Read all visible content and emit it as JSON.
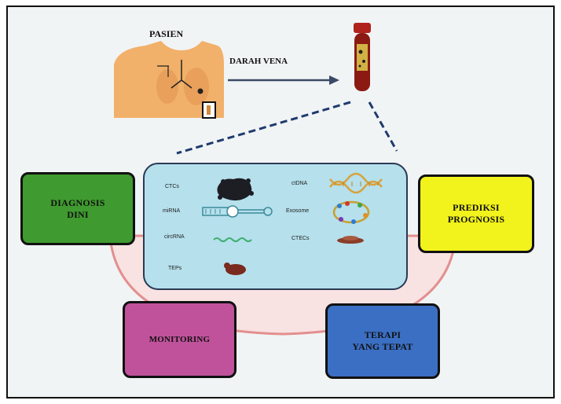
{
  "header": {
    "patient_label": "PASIEN",
    "arrow_label": "DARAH VENA"
  },
  "biomarkers": [
    {
      "label": "CTCs",
      "icon": "ctc-cell-icon"
    },
    {
      "label": "miRNA",
      "icon": "mirna-hairpin-icon"
    },
    {
      "label": "circRNA",
      "icon": "circrna-wave-icon"
    },
    {
      "label": "TEPs",
      "icon": "platelet-icon"
    },
    {
      "label": "ctDNA",
      "icon": "dna-helix-icon"
    },
    {
      "label": "Exosome",
      "icon": "exosome-icon"
    },
    {
      "label": "CTECs",
      "icon": "ctec-cell-icon"
    }
  ],
  "outcomes": {
    "diagnosis": {
      "label": "DIAGNOSIS\nDINI",
      "color": "#3f9a2f"
    },
    "prognosis": {
      "label": "PREDIKSI\nPROGNOSIS",
      "color": "#f2f21c"
    },
    "monitoring": {
      "label": "MONITORING",
      "color": "#c0529c"
    },
    "therapy": {
      "label": "TERAPI\nYANG TEPAT",
      "color": "#3b6fc4"
    }
  },
  "colors": {
    "panel_fill": "#b5e0ec",
    "ring_fill": "#f8e2e2",
    "ring_stroke": "#e38f8f",
    "skin": "#f1b16a"
  }
}
